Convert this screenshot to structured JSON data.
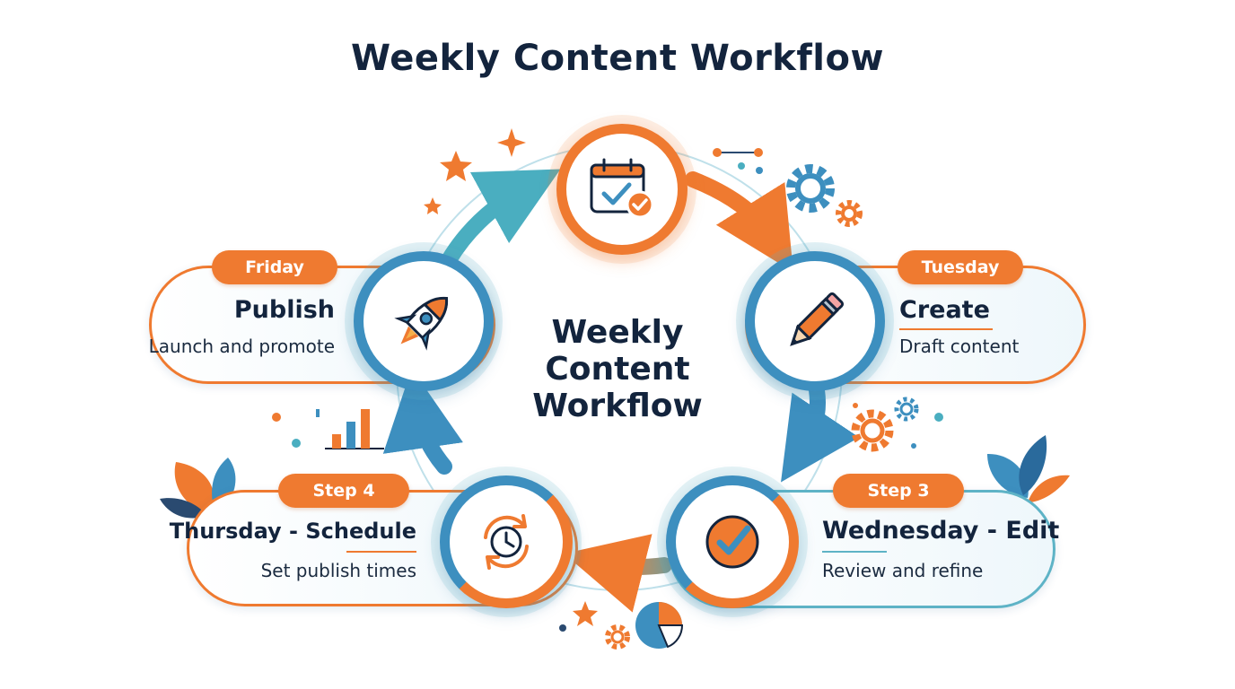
{
  "title": "Weekly Content Workflow",
  "center": {
    "line1": "Weekly",
    "line2": "Content",
    "line3": "Workflow"
  },
  "steps": [
    {
      "badge": "Friday",
      "title": "Publish",
      "subtitle": "Launch and promote",
      "icon": "rocket-icon"
    },
    {
      "badge": "Tuesday",
      "title": "Create",
      "subtitle": "Draft content",
      "icon": "pencil-icon"
    },
    {
      "badge": "Step 3",
      "title": "Wednesday - Edit",
      "subtitle": "Review and refine",
      "icon": "checkmark-icon"
    },
    {
      "badge": "Step 4",
      "title": "Thursday - Schedule",
      "subtitle": "Set publish times",
      "icon": "clock-refresh-icon"
    }
  ],
  "top_node_icon": "calendar-check-icon",
  "colors": {
    "orange": "#ef7a30",
    "blue": "#3d8fbf",
    "teal": "#5eb3c6",
    "navy": "#13243d"
  }
}
